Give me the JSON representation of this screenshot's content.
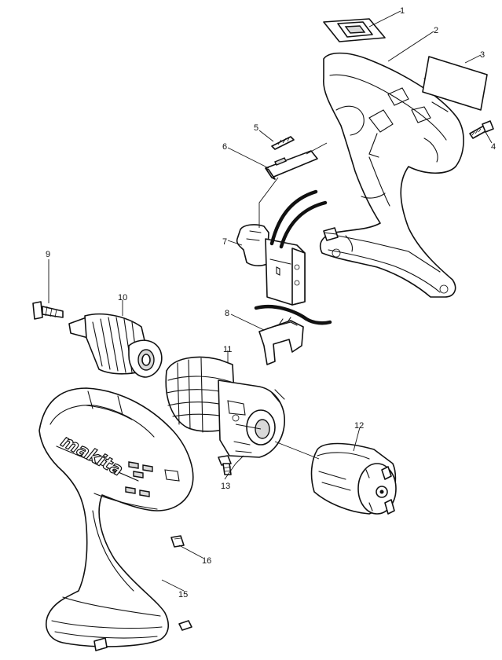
{
  "callouts": [
    {
      "id": "1",
      "label": "1"
    },
    {
      "id": "2",
      "label": "2"
    },
    {
      "id": "3",
      "label": "3"
    },
    {
      "id": "4",
      "label": "4"
    },
    {
      "id": "5",
      "label": "5"
    },
    {
      "id": "6",
      "label": "6"
    },
    {
      "id": "7",
      "label": "7"
    },
    {
      "id": "8",
      "label": "8"
    },
    {
      "id": "9",
      "label": "9"
    },
    {
      "id": "10",
      "label": "10"
    },
    {
      "id": "11",
      "label": "11"
    },
    {
      "id": "12",
      "label": "12"
    },
    {
      "id": "13",
      "label": "13"
    },
    {
      "id": "15",
      "label": "15"
    },
    {
      "id": "16",
      "label": "16"
    }
  ],
  "housing_logo": "makita",
  "colors": {
    "line": "#111111",
    "background": "#ffffff",
    "shade": "#d9d9d9"
  }
}
